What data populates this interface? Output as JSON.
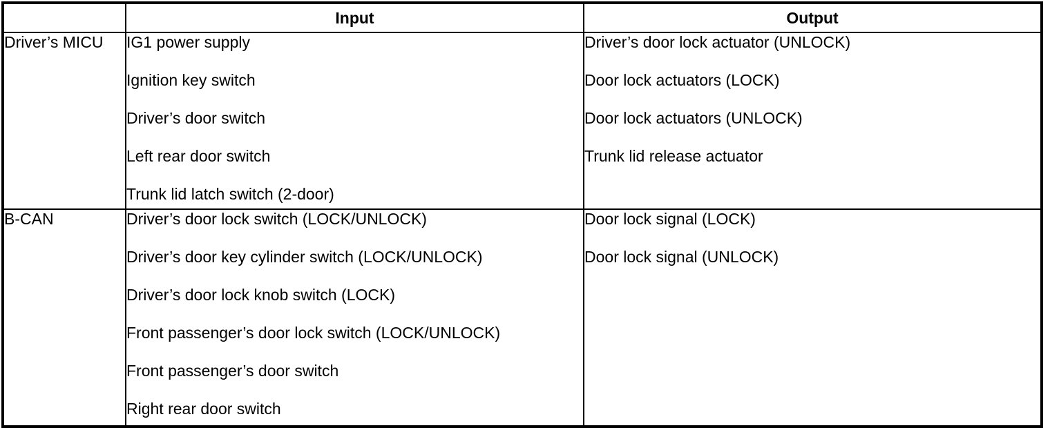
{
  "table": {
    "columns": [
      {
        "key": "module",
        "header": ""
      },
      {
        "key": "input",
        "header": "Input"
      },
      {
        "key": "output",
        "header": "Output"
      }
    ],
    "headers": {
      "module": "",
      "input": "Input",
      "output": "Output"
    },
    "rows": [
      {
        "module": "Driver’s MICU",
        "input": [
          "IG1 power supply",
          "Ignition key switch",
          "Driver’s door switch",
          "Left rear door switch",
          "Trunk lid latch switch (2-door)"
        ],
        "output": [
          "Driver’s door lock actuator (UNLOCK)",
          "Door lock actuators (LOCK)",
          "Door lock actuators (UNLOCK)",
          "Trunk lid release actuator"
        ]
      },
      {
        "module": "B-CAN",
        "input": [
          "Driver’s door lock switch (LOCK/UNLOCK)",
          "Driver’s door key cylinder switch (LOCK/UNLOCK)",
          "Driver’s door lock knob switch (LOCK)",
          "Front passenger’s door lock switch (LOCK/UNLOCK)",
          "Front passenger’s door switch",
          "Right rear door switch"
        ],
        "output": [
          "Door lock signal (LOCK)",
          "Door lock signal (UNLOCK)"
        ]
      }
    ]
  },
  "colors": {
    "border": "#000000",
    "text": "#000000",
    "background": "#ffffff"
  }
}
